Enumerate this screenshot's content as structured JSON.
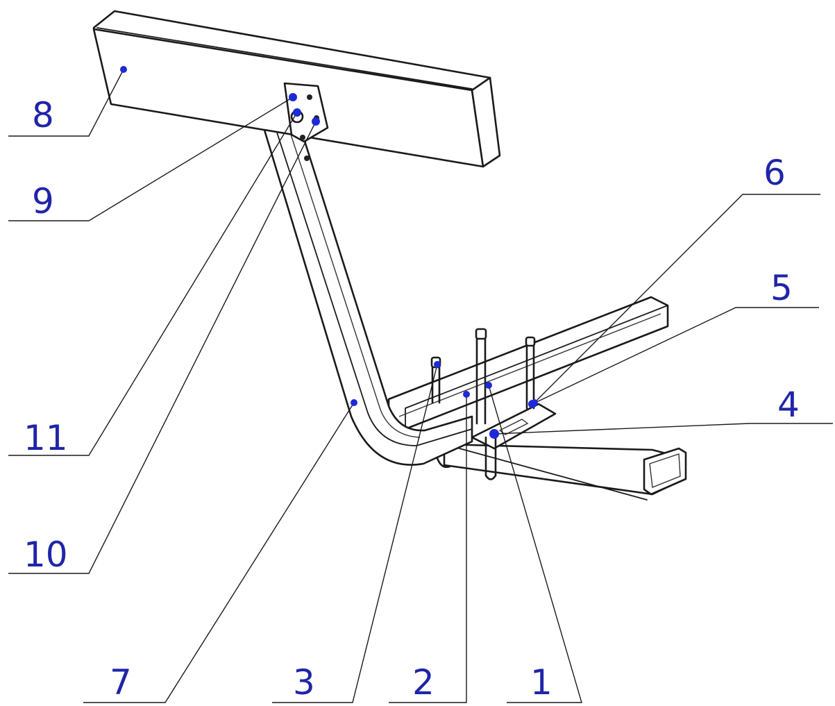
{
  "colors": {
    "line": "#1a1a1a",
    "callout_text": "#1f25a8",
    "marker": "#1d2ad6"
  },
  "callouts": [
    {
      "id": "1",
      "label": "1"
    },
    {
      "id": "2",
      "label": "2"
    },
    {
      "id": "3",
      "label": "3"
    },
    {
      "id": "4",
      "label": "4"
    },
    {
      "id": "5",
      "label": "5"
    },
    {
      "id": "6",
      "label": "6"
    },
    {
      "id": "7",
      "label": "7"
    },
    {
      "id": "8",
      "label": "8"
    },
    {
      "id": "9",
      "label": "9"
    },
    {
      "id": "10",
      "label": "10"
    },
    {
      "id": "11",
      "label": "11"
    }
  ]
}
